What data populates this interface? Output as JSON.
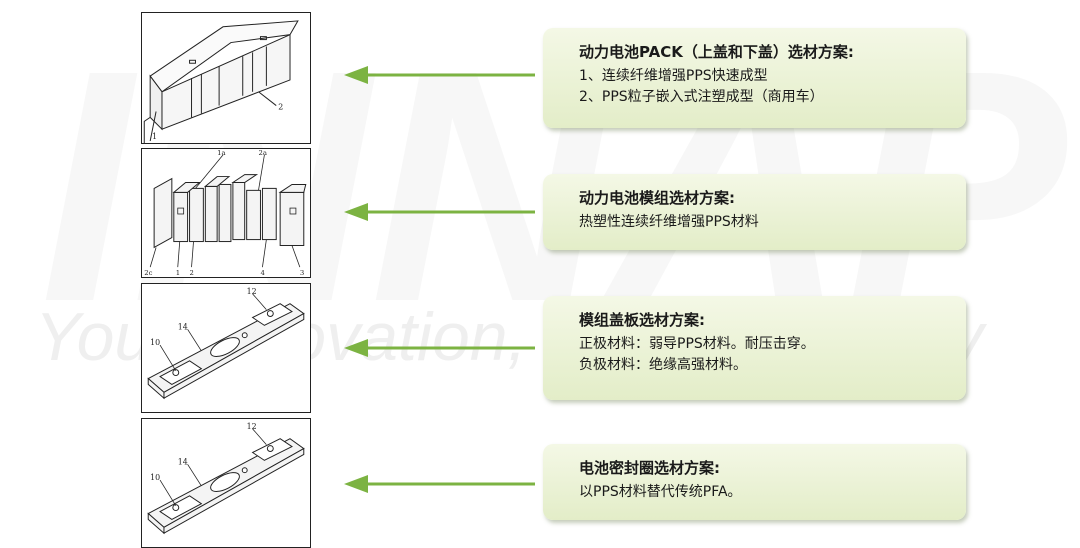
{
  "watermark": {
    "letters": "INNAPO",
    "tagline": "Your Innovation, Our Chemistry"
  },
  "rows": [
    {
      "title": "动力电池PACK（上盖和下盖）选材方案:",
      "lines": [
        "1、连续纤维增强PPS快速成型",
        "2、PPS粒子嵌入式注塑成型（商用车）"
      ]
    },
    {
      "title": "动力电池模组选材方案:",
      "lines": [
        "热塑性连续纤维增强PPS材料"
      ]
    },
    {
      "title": "模组盖板选材方案:",
      "lines": [
        "正极材料：弱导PPS材料。耐压击穿。",
        "负极材料：绝缘高强材料。"
      ]
    },
    {
      "title": "电池密封圈选材方案:",
      "lines": [
        "以PPS材料替代传统PFA。"
      ]
    }
  ],
  "figure_labels": {
    "pack": [
      "1",
      "2"
    ],
    "module": [
      "1a",
      "2a",
      "2c",
      "1",
      "2",
      "4",
      "3"
    ],
    "plate": [
      "12",
      "14",
      "10"
    ]
  },
  "colors": {
    "arrow": "#7cb342",
    "box_top": "#f4f8e6",
    "box_bottom": "#e3edc8"
  }
}
